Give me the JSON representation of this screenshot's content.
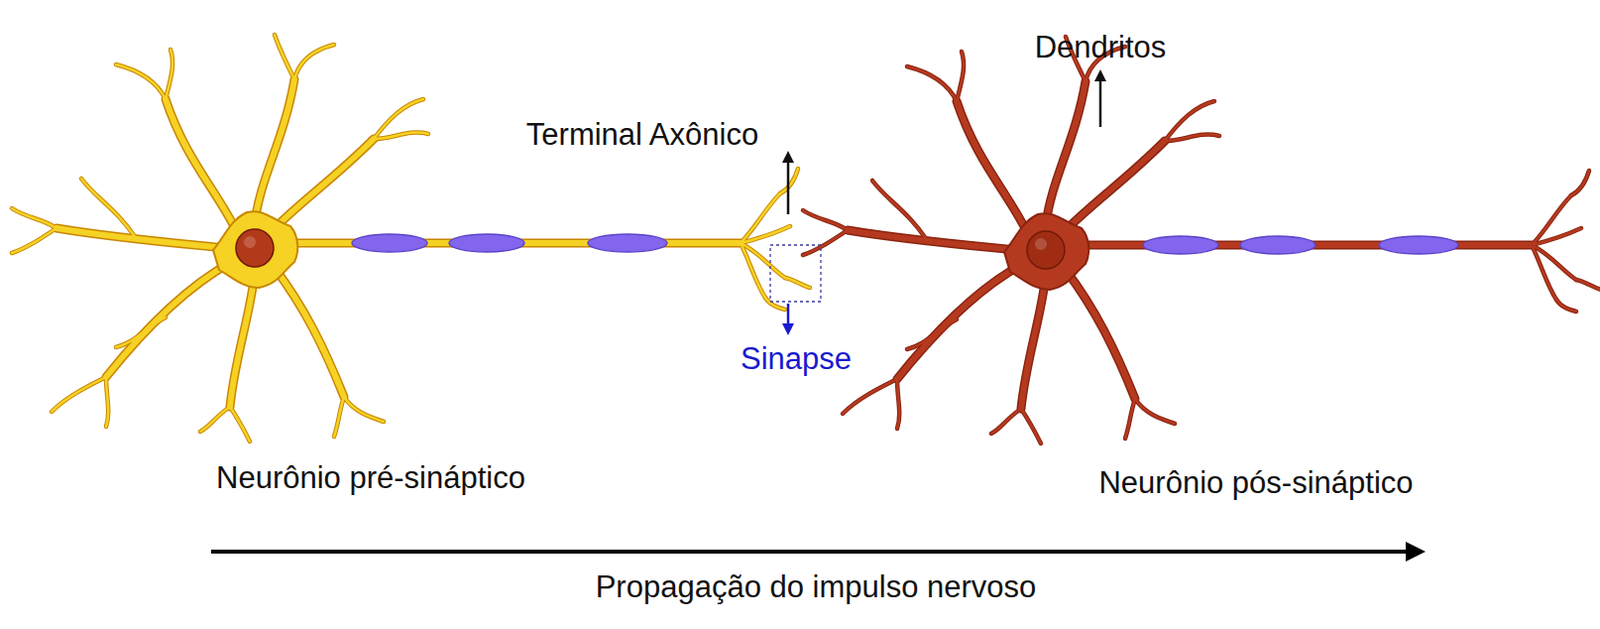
{
  "diagram": {
    "labels": [
      "Dendritos",
      "Terminal Axônico",
      "Sinapse",
      "Neurônio pré-sináptico",
      "Neurônio pós-sináptico",
      "Propagação do impulso nervoso"
    ]
  }
}
